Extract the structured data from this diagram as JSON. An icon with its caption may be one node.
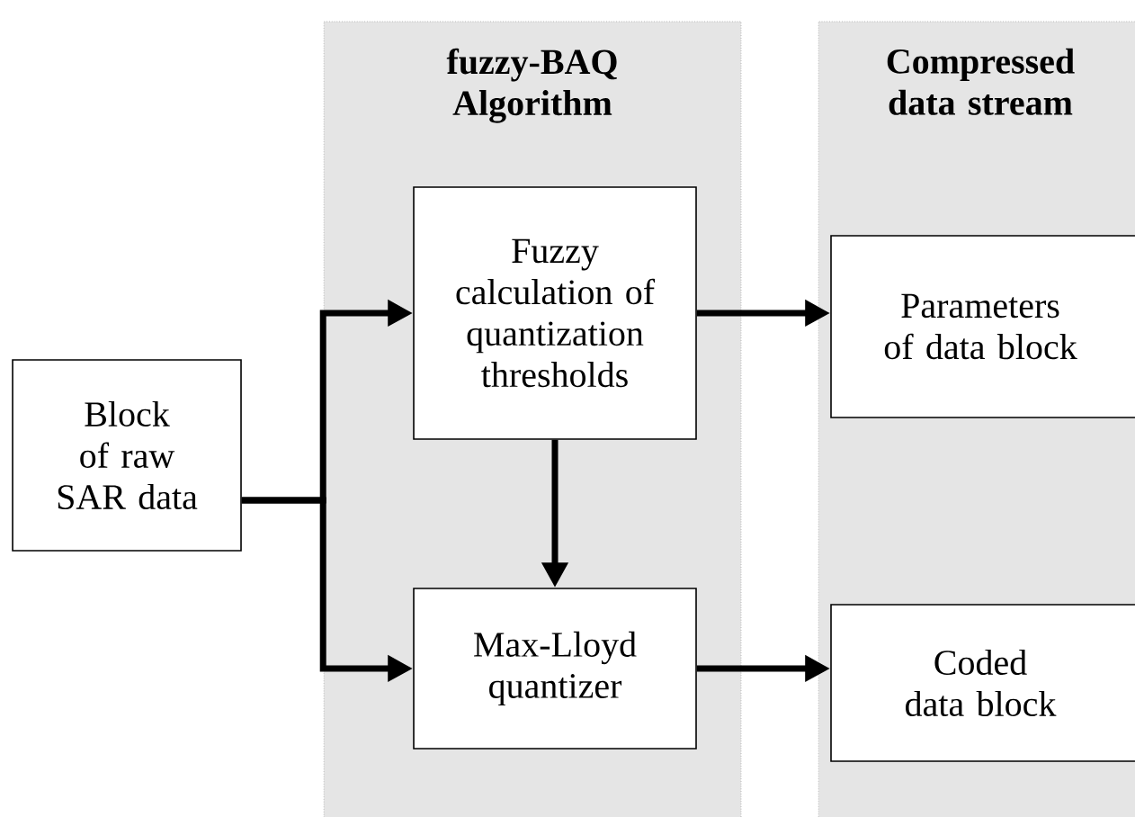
{
  "diagram": {
    "nodes": [
      {
        "text": [
          "fuzzy-BAQ Algorithm"
        ]
      },
      {
        "text": [
          "Compressed data stream"
        ]
      },
      {
        "text": [
          "Block of raw SAR data"
        ]
      },
      {
        "text": [
          "Fuzzy calculation of quantization thresholds"
        ],
        "in": 0
      },
      {
        "text": [
          "Max-Lloyd quantizer"
        ],
        "in": 0
      },
      {
        "text": [
          "Parameters of data block"
        ],
        "in": 1
      },
      {
        "text": [
          "Coded data block"
        ],
        "in": 1
      }
    ],
    "edges": [
      {
        "from": 2,
        "to": 3,
        "arrow": "to"
      },
      {
        "from": 2,
        "to": 4,
        "arrow": "to"
      },
      {
        "from": 3,
        "to": 4,
        "arrow": "to"
      },
      {
        "from": 3,
        "to": 5,
        "arrow": "to"
      },
      {
        "from": 4,
        "to": 6,
        "arrow": "to"
      }
    ]
  }
}
